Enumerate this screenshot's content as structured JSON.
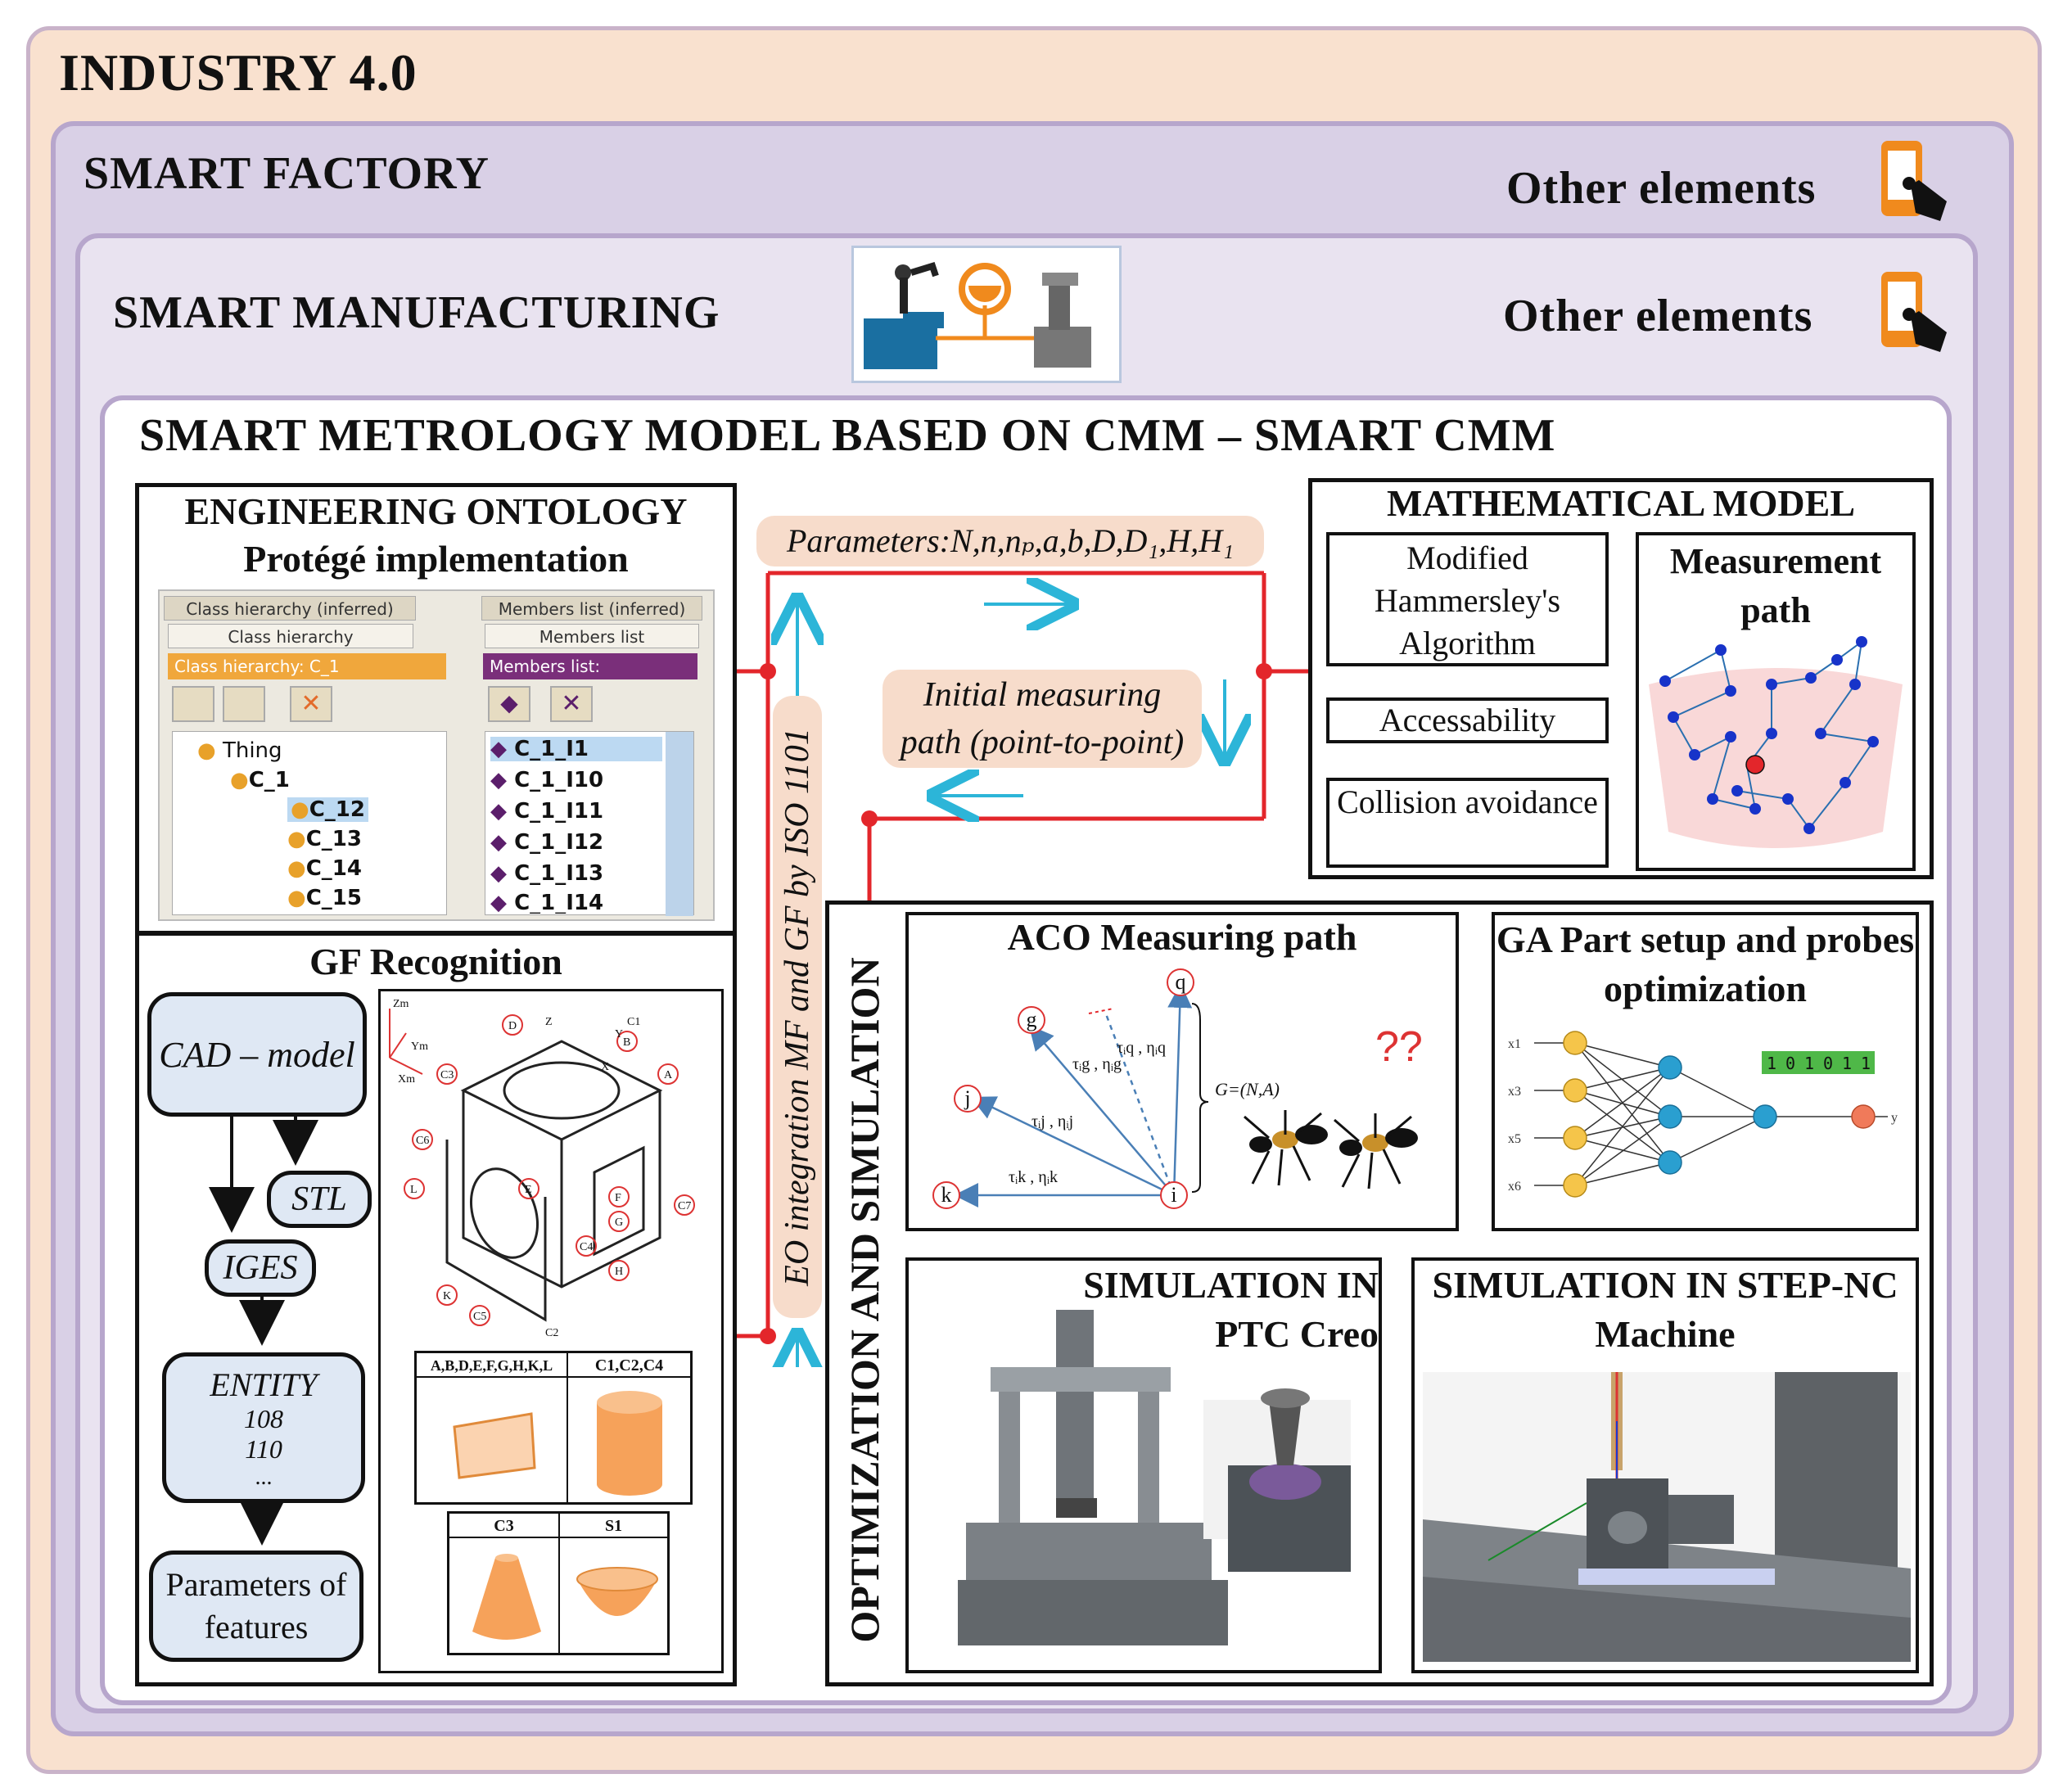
{
  "layers": {
    "industry": "INDUSTRY 4.0",
    "factory": "SMART FACTORY",
    "manufacturing": "SMART MANUFACTURING",
    "metrology": "SMART METROLOGY MODEL BASED ON CMM – SMART CMM",
    "other_elements": "Other elements"
  },
  "ontology": {
    "title": "ENGINEERING ONTOLOGY",
    "subtitle": "Protégé implementation",
    "class_tab": "Class hierarchy (inferred)",
    "class_tab2": "Class hierarchy",
    "class_header": "Class hierarchy: C_1",
    "members_tab": "Members list (inferred)",
    "members_tab2": "Members list",
    "members_header": "Members list:",
    "tree": [
      "Thing",
      "C_1",
      "C_12",
      "C_13",
      "C_14",
      "C_15"
    ],
    "members": [
      "C_1_I1",
      "C_1_I10",
      "C_1_I11",
      "C_1_I12",
      "C_1_I13",
      "C_1_I14"
    ]
  },
  "gf": {
    "title": "GF Recognition",
    "cad": "CAD – model",
    "stl": "STL",
    "iges": "IGES",
    "entity": "ENTITY",
    "entity_codes": [
      "108",
      "110",
      "..."
    ],
    "params": "Parameters of features",
    "table1_headers": [
      "A,B,D,E,F,G,H,K,L",
      "C1,C2,C4"
    ],
    "table2_headers": [
      "C3",
      "S1"
    ],
    "drawing_labels": [
      "A",
      "B",
      "C1",
      "C2",
      "C3",
      "C4",
      "C5",
      "C6",
      "C7",
      "D",
      "E",
      "F",
      "G",
      "H",
      "K",
      "L",
      "X",
      "Y",
      "Z",
      "Zm",
      "Ym",
      "Xm"
    ]
  },
  "flow": {
    "parameters_label": "Parameters:N,n,nₚ,a,b,D,D₁,H,H₁",
    "initial_path": "Initial measuring path (point-to-point)",
    "eo_integration": "EO integration MF and GF by ISO 1101",
    "colors": {
      "red": "#e3262b",
      "cyan": "#2cb5d8",
      "peach": "#f7dccb"
    }
  },
  "math": {
    "title": "MATHEMATICAL MODEL",
    "hammersley": "Modified Hammersley's Algorithm",
    "accessability": "Accessability",
    "collision": "Collision avoidance",
    "measurement_path": "Measurement path"
  },
  "opt": {
    "vertical_title": "OPTIMIZATION AND SIMULATION",
    "aco_title": "ACO Measuring path",
    "aco_nodes": [
      "q",
      "g",
      "j",
      "k",
      "i"
    ],
    "aco_labels": [
      "τᵢq , ηᵢq",
      "τᵢg , ηᵢg",
      "τᵢj , ηᵢj",
      "τᵢk , ηᵢk",
      "G=(N,A)",
      "??"
    ],
    "ga_title": "GA Part setup and probes optimization",
    "ga_inputs": [
      "x1",
      "x3",
      "x5",
      "x6"
    ],
    "ga_output": "y",
    "ga_binary": [
      "1",
      "0",
      "1",
      "0",
      "1",
      "1"
    ],
    "sim_creo": "SIMULATION IN PTC Creo",
    "sim_step": "SIMULATION IN STEP-NC Machine"
  }
}
